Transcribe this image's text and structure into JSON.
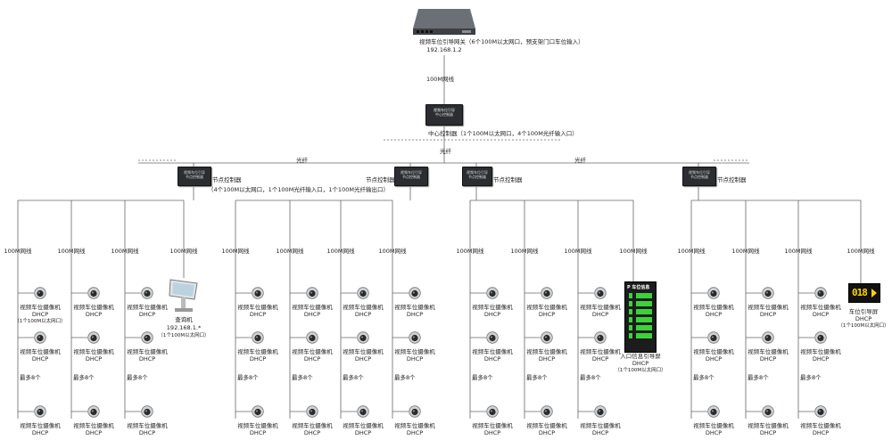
{
  "gateway": {
    "caption": "视频车位引导网关（6个100M以太网口，预支架门口车位输入）",
    "ip": "192.168.1.2"
  },
  "links": {
    "gateway_to_center": "100M网线",
    "fiber_left": "光纤",
    "fiber_right": "光纤",
    "fiber_mid": "光纤",
    "branch": "100M网线"
  },
  "center": {
    "box_title": "视频车位引导",
    "box_sub": "中心控制器",
    "caption": "中心控制器（1个100M以太网口，4个100M光纤输入口）"
  },
  "nodes": [
    {
      "box_title": "视频车位引导",
      "box_sub": "节点控制器",
      "caption": "节点控制器",
      "spec": "（4个100M以太网口，1个100M光纤输入口，1个100M光纤输出口）"
    },
    {
      "box_title": "视频车位引导",
      "box_sub": "节点控制器",
      "caption": "节点控制器"
    },
    {
      "box_title": "视频车位引导",
      "box_sub": "节点控制器",
      "caption": "节点控制器"
    },
    {
      "box_title": "视频车位引导",
      "box_sub": "节点控制器",
      "caption": "节点控制器"
    }
  ],
  "camera": {
    "label": "视频车位摄像机",
    "dhcp": "DHCP",
    "port_note": "（1个100M以太网口）",
    "more": "最多8个"
  },
  "query_terminal": {
    "name": "查询机",
    "ip": "192.168.1.*",
    "note": "（1个100M以太网口）"
  },
  "entry_screen": {
    "name": "入口信息引导屏",
    "dhcp": "DHCP",
    "note": "（1个100M以太网口）",
    "header": "P 车位信息"
  },
  "guide_screen": {
    "name": "车位引导屏",
    "dhcp": "DHCP",
    "note": "（1个100M以太网口）",
    "digits": "018"
  },
  "colors": {
    "line": "#555555",
    "device": "#2b2d30",
    "guide_digits": "#ffd400",
    "entry_digits": "#3cd23c"
  }
}
